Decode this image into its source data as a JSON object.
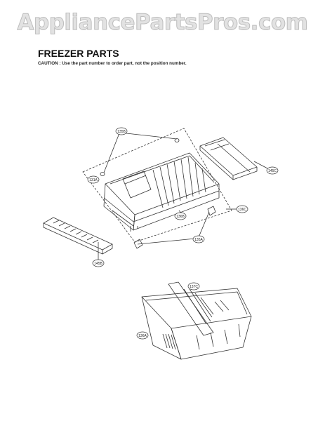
{
  "watermark": "AppliancePartsPros.com",
  "header": {
    "title": "FREEZER PARTS",
    "caution": "CAUTION : Use the part number to order part, not the position number."
  },
  "callouts": {
    "c135B": "135B",
    "c131A": "131A",
    "c145C": "145C",
    "c136B": "136B",
    "c136C": "136C",
    "c135A": "135A",
    "c145B": "145B",
    "c137C": "137C",
    "c136A": "136A"
  },
  "colors": {
    "line": "#333333",
    "watermark": "#e2e2e2"
  }
}
